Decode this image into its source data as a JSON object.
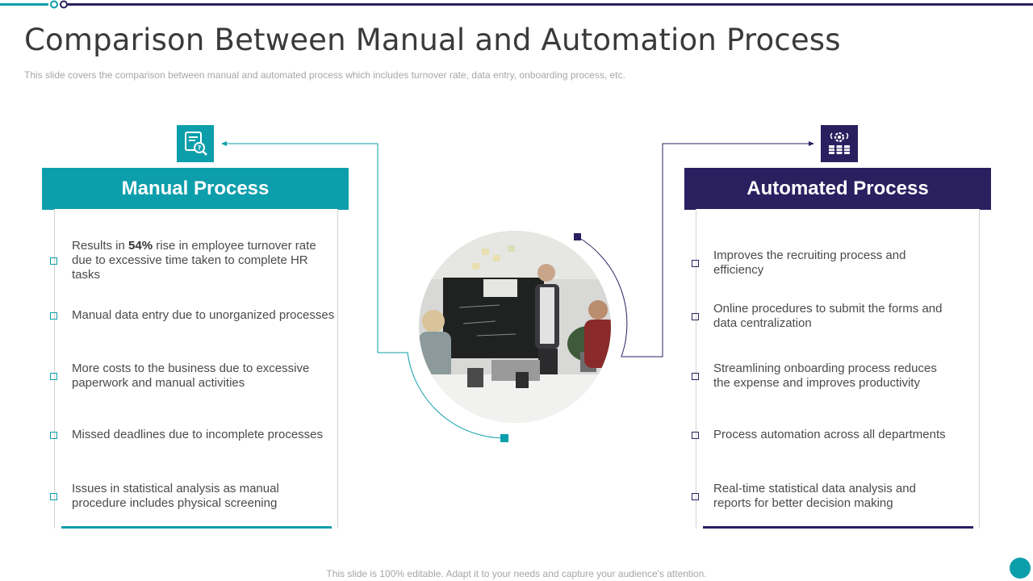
{
  "title": "Comparison Between Manual and Automation Process",
  "subtitle": "This slide covers the comparison between manual and automated process which includes turnover rate, data entry, onboarding process, etc.",
  "colors": {
    "teal": "#0d9eab",
    "navy": "#2a2060"
  },
  "manual": {
    "heading": "Manual Process",
    "icon": "document-search-icon",
    "items": [
      {
        "pre": "Results in ",
        "highlight": "54%",
        "post": " rise in employee turnover rate due to excessive time taken to complete HR tasks"
      },
      {
        "text": "Manual data entry due to unorganized processes"
      },
      {
        "text": "More costs to the business due to excessive paperwork and manual activities"
      },
      {
        "text": "Missed deadlines due to incomplete processes"
      },
      {
        "text": "Issues in statistical analysis as manual procedure includes physical screening"
      }
    ]
  },
  "automated": {
    "heading": "Automated Process",
    "icon": "gear-database-icon",
    "items": [
      {
        "text": "Improves the recruiting process and efficiency"
      },
      {
        "text": "Online procedures to submit the forms and data centralization"
      },
      {
        "text": "Streamlining onboarding process reduces the expense and improves productivity"
      },
      {
        "text": "Process automation across all departments"
      },
      {
        "text": "Real-time statistical data analysis and reports for better decision making"
      }
    ]
  },
  "footer": "This slide is 100% editable. Adapt it to your needs and capture your audience's attention."
}
